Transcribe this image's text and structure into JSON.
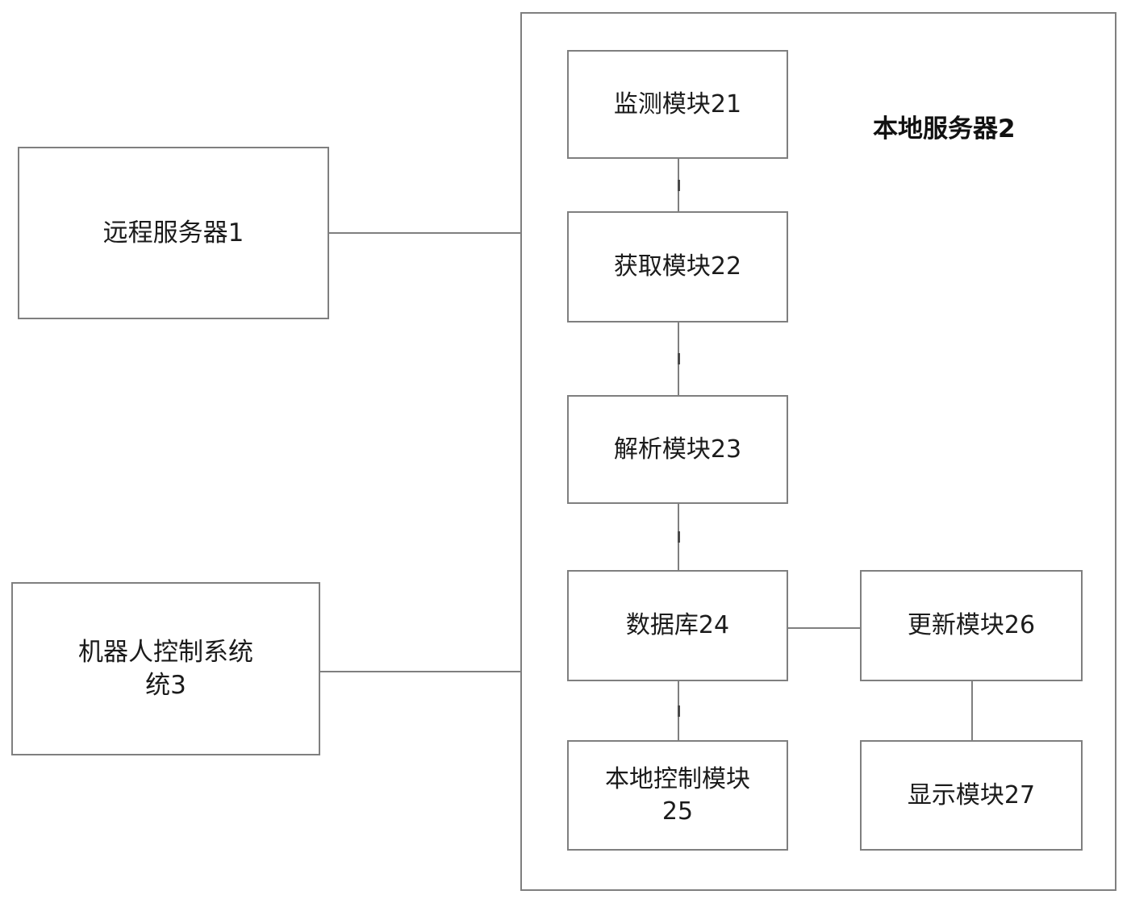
{
  "diagram": {
    "title": "本地服务器2",
    "type": "block-diagram",
    "colors": {
      "stroke": "#7f7f7f",
      "text": "#1b1b1b",
      "background": "#ffffff"
    },
    "external_nodes": [
      {
        "id": "remote-server",
        "label": "远程服务器1"
      },
      {
        "id": "robot-control-system",
        "label": "机器人控制系统\n统3"
      }
    ],
    "container": {
      "id": "local-server",
      "label": "本地服务器2"
    },
    "modules": [
      {
        "id": "monitoring-module",
        "label": "监测模块21"
      },
      {
        "id": "acquisition-module",
        "label": "获取模块22"
      },
      {
        "id": "parsing-module",
        "label": "解析模块23"
      },
      {
        "id": "database",
        "label": "数据库24"
      },
      {
        "id": "local-control-module",
        "label": "本地控制模块\n25"
      },
      {
        "id": "update-module",
        "label": "更新模块26"
      },
      {
        "id": "display-module",
        "label": "显示模块27"
      }
    ],
    "connections": [
      {
        "from": "remote-server",
        "to": "local-server"
      },
      {
        "from": "robot-control-system",
        "to": "local-server"
      },
      {
        "from": "monitoring-module",
        "to": "acquisition-module"
      },
      {
        "from": "acquisition-module",
        "to": "parsing-module"
      },
      {
        "from": "parsing-module",
        "to": "database"
      },
      {
        "from": "database",
        "to": "local-control-module"
      },
      {
        "from": "database",
        "to": "update-module"
      },
      {
        "from": "update-module",
        "to": "display-module"
      }
    ]
  }
}
